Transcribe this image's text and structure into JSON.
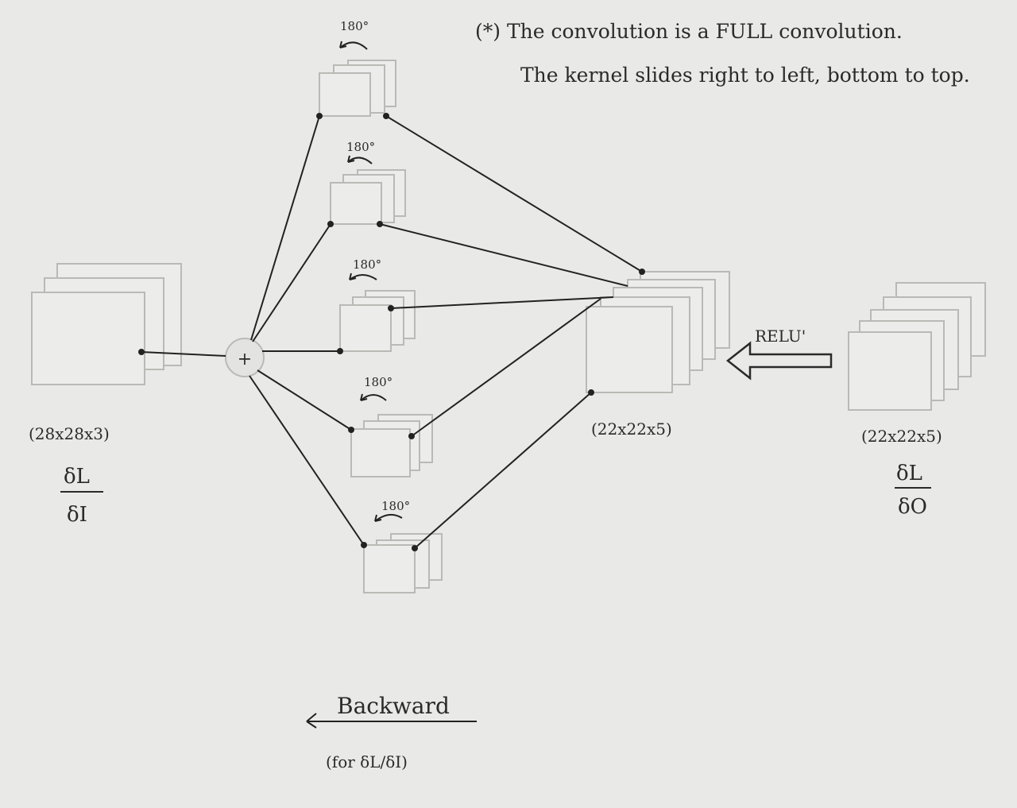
{
  "notes": {
    "line1": "(*) The convolution is a FULL convolution.",
    "line2": "The kernel slides right to left, bottom to top."
  },
  "input": {
    "shape": "(28x28x3)",
    "grad_num": "δL",
    "grad_den": "δI"
  },
  "mid": {
    "shape": "(22x22x5)"
  },
  "output": {
    "shape": "(22x22x5)",
    "grad_num": "δL",
    "grad_den": "δO"
  },
  "relu": {
    "label": "RELU'"
  },
  "sum": {
    "symbol": "+"
  },
  "kernels": {
    "rotation": "180°",
    "count": 5
  },
  "backward": {
    "label": "Backward",
    "sub": "(for δL/δI)"
  }
}
